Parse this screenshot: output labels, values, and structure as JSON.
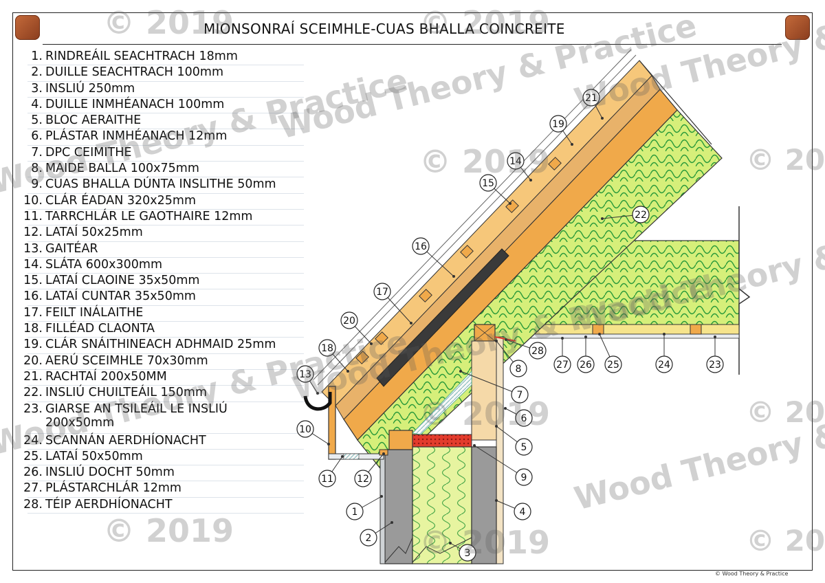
{
  "title": "MIONSONRAÍ SCEIMHLE-CUAS BHALLA COINCREITE",
  "legend": [
    {
      "n": "1.",
      "text": "RINDREÁIL SEACHTRACH 18mm"
    },
    {
      "n": "2.",
      "text": "DUILLE SEACHTRACH 100mm"
    },
    {
      "n": "3.",
      "text": "INSLIÚ 250mm"
    },
    {
      "n": "4.",
      "text": "DUILLE INMHÉANACH 100mm"
    },
    {
      "n": "5.",
      "text": "BLOC AERAITHE"
    },
    {
      "n": "6.",
      "text": "PLÁSTAR INMHÉANACH 12mm"
    },
    {
      "n": "7.",
      "text": "DPC CEIMITHE"
    },
    {
      "n": "8.",
      "text": "MAIDE BALLA 100x75mm"
    },
    {
      "n": "9.",
      "text": "CUAS BHALLA DÚNTA INSLITHE 50mm"
    },
    {
      "n": "10.",
      "text": "CLÁR ÉADAN 320x25mm"
    },
    {
      "n": "11.",
      "text": "TARRCHLÁR LE GAOTHAIRE 12mm"
    },
    {
      "n": "12.",
      "text": "LATAÍ 50x25mm"
    },
    {
      "n": "13.",
      "text": "GAITÉAR"
    },
    {
      "n": "14.",
      "text": "SLÁTA 600x300mm"
    },
    {
      "n": "15.",
      "text": "LATAÍ CLAOINE 35x50mm"
    },
    {
      "n": "16.",
      "text": "LATAÍ CUNTAR 35x50mm"
    },
    {
      "n": "17.",
      "text": "FEILT INÁLAITHE"
    },
    {
      "n": "18.",
      "text": "FILLÉAD CLAONTA"
    },
    {
      "n": "19.",
      "text": "CLÁR SNÁITHINEACH ADHMAID 25mm"
    },
    {
      "n": "20.",
      "text": "AERÚ SCEIMHLE 70x30mm"
    },
    {
      "n": "21.",
      "text": "RACHTAÍ 200x50MM"
    },
    {
      "n": "22.",
      "text": "INSLIÚ CHUILTEÁIL 150mm"
    },
    {
      "n": "23.",
      "text": "GIARSE AN TSILEÁIL LE INSLIÚ 200x50mm"
    },
    {
      "n": "24.",
      "text": "SCANNÁN AERDHÍONACHT"
    },
    {
      "n": "25.",
      "text": "LATAÍ 50x50mm"
    },
    {
      "n": "26.",
      "text": "INSLIÚ DOCHT 50mm"
    },
    {
      "n": "27.",
      "text": "PLÁSTARCHLÁR 12mm"
    },
    {
      "n": "28.",
      "text": "TÉIP AERDHÍONACHT"
    }
  ],
  "callouts": [
    "1",
    "2",
    "3",
    "4",
    "5",
    "6",
    "7",
    "8",
    "9",
    "10",
    "11",
    "12",
    "13",
    "14",
    "15",
    "16",
    "17",
    "18",
    "19",
    "20",
    "21",
    "22",
    "23",
    "24",
    "25",
    "26",
    "27",
    "28"
  ],
  "watermarks": {
    "copyright": "© 2019",
    "brand": "Wood Theory & Practice"
  },
  "copyright_footer": "© Wood Theory & Practice",
  "colors": {
    "insulation": "#d6ef7a",
    "insulation_stroke": "#2a9a3a",
    "timber": "#f0a94a",
    "block": "#9a9a9a",
    "dpc": "#e33b2c"
  }
}
